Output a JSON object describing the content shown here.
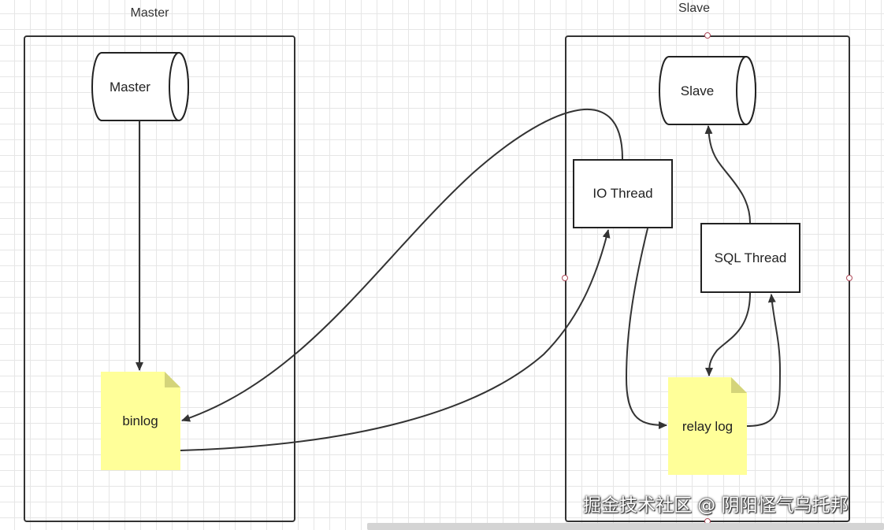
{
  "pools": {
    "master_title": "Master",
    "slave_title": "Slave"
  },
  "nodes": {
    "master_db": "Master",
    "slave_db": "Slave",
    "binlog": "binlog",
    "io_thread": "IO Thread",
    "sql_thread": "SQL Thread",
    "relay_log": "relay log"
  },
  "watermark": "掘金技术社区 @ 阴阳怪气乌托邦",
  "colors": {
    "stroke": "#333333",
    "note_fill": "#ffff99",
    "note_fold": "#d4d47a",
    "handle": "#b04a5a"
  }
}
